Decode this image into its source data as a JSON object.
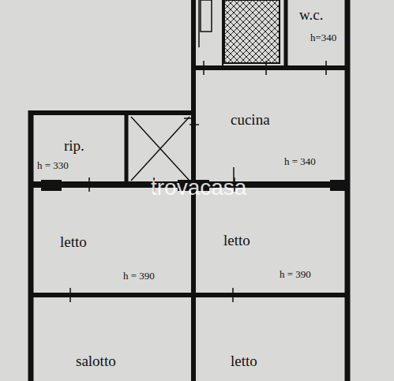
{
  "diagram": {
    "nodes": [
      {
        "text": [
          "w.c.",
          "h=340"
        ]
      },
      {
        "text": [
          "cucina",
          "h = 340"
        ]
      },
      {
        "text": [
          "rip.",
          "h = 330"
        ]
      },
      {
        "text": [
          "letto",
          "h = 390"
        ]
      },
      {
        "text": [
          "letto",
          "h = 390"
        ]
      },
      {
        "text": [
          "salotto"
        ]
      },
      {
        "text": [
          "letto"
        ]
      }
    ],
    "edges": [],
    "labels": [
      "trovacasa"
    ]
  }
}
